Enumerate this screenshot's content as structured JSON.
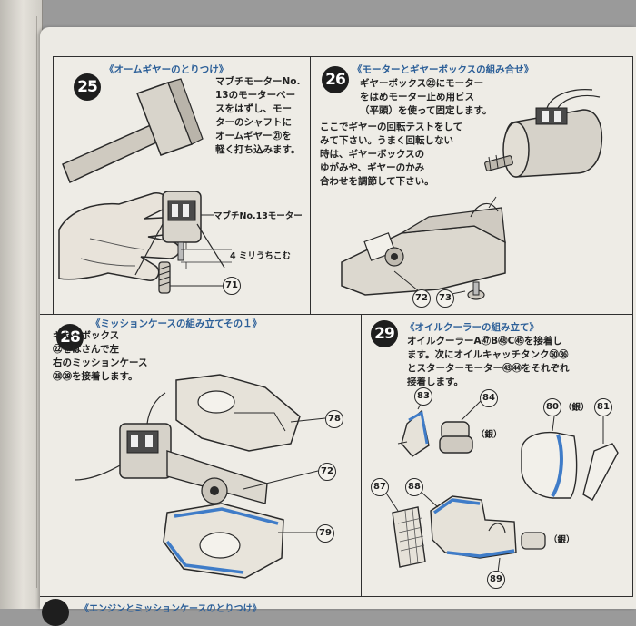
{
  "steps": {
    "s25": {
      "number": "25",
      "title": "《オームギヤーのとりつけ》",
      "text": "マブチモーターNo.\n13のモーターベー\nスをはずし、モー\nターのシャフトに\nオームギヤー㉑を\n軽く打ち込みます。",
      "motor_label": "マブチNo.13モーター",
      "depth_label": "4 ミリうちこむ",
      "part": "71"
    },
    "s26": {
      "number": "26",
      "title": "《モーターとギヤーボックスの組み合せ》",
      "text1": "ギヤーボックス㉒にモーター\nをはめモーター止め用ビス\n（平頭）を使って固定します。",
      "text2": "ここでギヤーの回転テストをして\nみて下さい。うまく回転しない\n時は、ギヤーボックスの\nゆがみや、ギヤーのかみ\n合わせを調節して下さい。",
      "parts": [
        "72",
        "73"
      ]
    },
    "s28": {
      "number": "28",
      "title": "《ミッションケースの組み立てその１》",
      "text": "ギヤーボックス\n㉒をはさんで左\n右のミッションケース\n㉘㉙を接着します。",
      "parts": [
        "78",
        "72",
        "79"
      ]
    },
    "s29": {
      "number": "29",
      "title": "《オイルクーラーの組み立て》",
      "text": "オイルクーラーA㊼B㊽C㊾を接着し\nます。次にオイルキャッチタンク㊿㊱\nとスターターモーター㊸㊹をそれぞれ\n接着します。",
      "parts": [
        "83",
        "84",
        "80",
        "81",
        "87",
        "88",
        "89"
      ],
      "silver_label": "（銀）"
    },
    "next": {
      "title": "《エンジンとミッションケースのとりつけ》"
    }
  }
}
